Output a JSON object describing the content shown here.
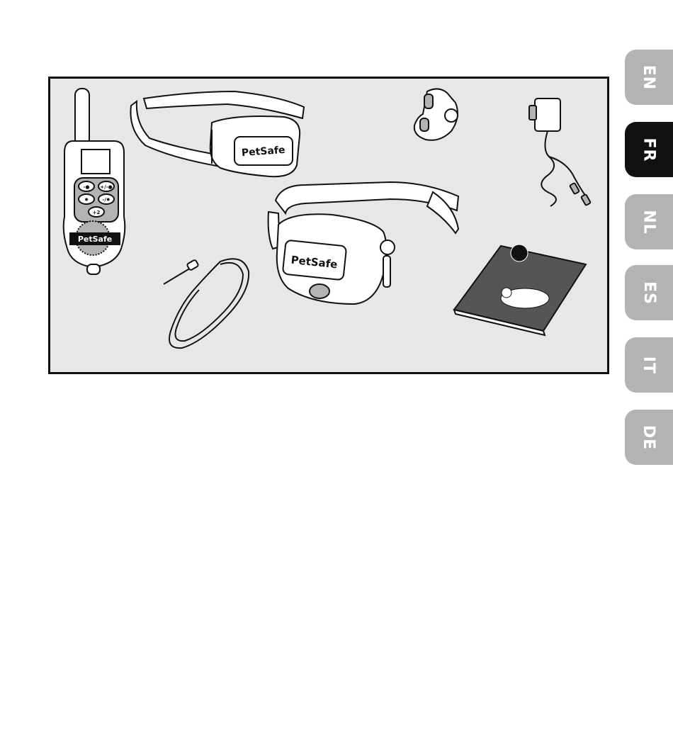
{
  "figure": {
    "transmitter_brand": "PetSafe",
    "collar_top_brand": "PetSafe",
    "collar_front_brand": "PetSafe",
    "transmitter_buttons": [
      "-●",
      "+/-●",
      "✹",
      "-/✹",
      "+2"
    ],
    "colors": {
      "background": "#e6e7e8",
      "outline": "#111111",
      "fill": "#ffffff",
      "shade": "#b2b3b5"
    }
  },
  "lang_tabs": {
    "items": [
      {
        "code": "EN",
        "active": false
      },
      {
        "code": "FR",
        "active": true
      },
      {
        "code": "NL",
        "active": false
      },
      {
        "code": "ES",
        "active": false
      },
      {
        "code": "IT",
        "active": false
      },
      {
        "code": "DE",
        "active": false
      }
    ],
    "active_color": "#111111",
    "inactive_color": "#b2b3b5"
  }
}
